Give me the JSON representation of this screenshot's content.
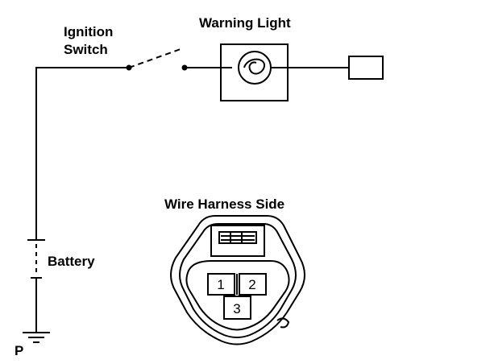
{
  "labels": {
    "ignition_line1": "Ignition",
    "ignition_line2": "Switch",
    "warning_light": "Warning Light",
    "battery": "Battery",
    "wire_harness": "Wire Harness Side",
    "footnote": "P"
  },
  "connector": {
    "pins": [
      "1",
      "2",
      "3"
    ]
  },
  "colors": {
    "line": "#000000",
    "background": "#ffffff"
  }
}
